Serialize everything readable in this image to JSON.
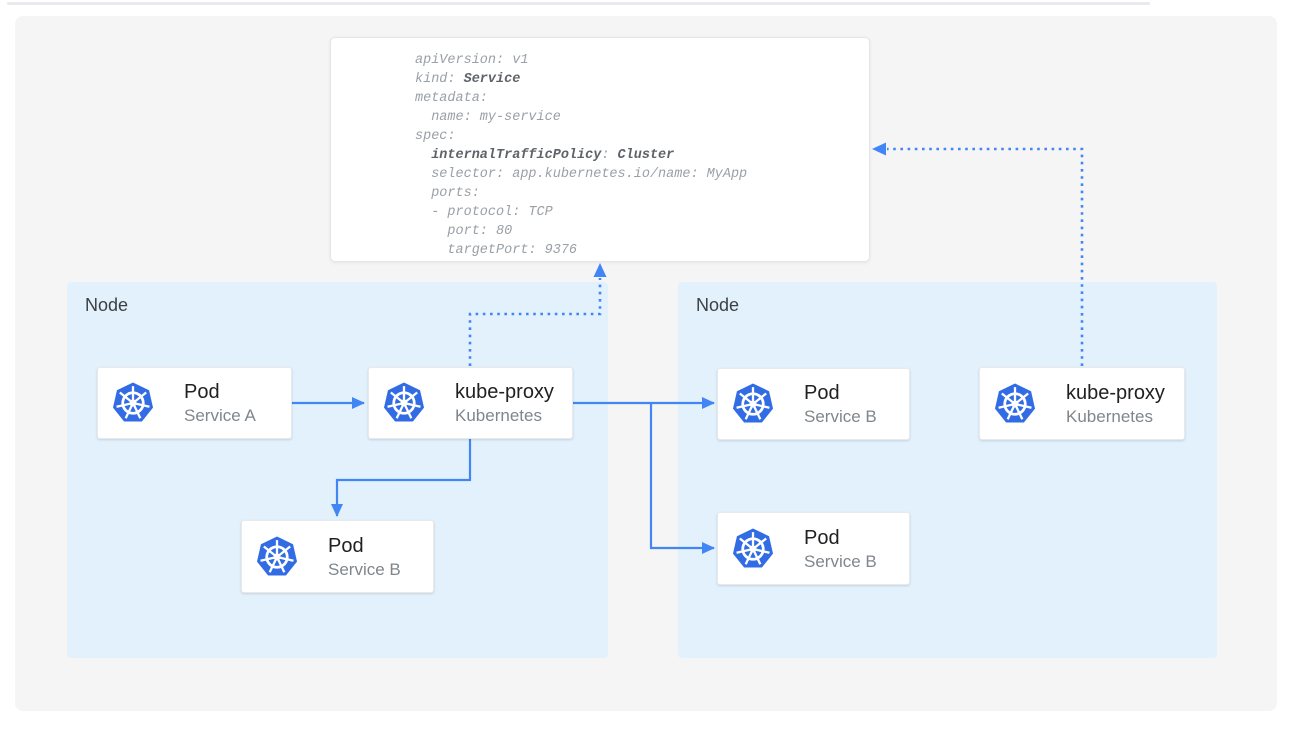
{
  "colors": {
    "accent_blue": "#4285f4",
    "node_background": "#e3f1fd",
    "kubernetes_blue": "#326ce5",
    "panel_background": "#f5f5f5",
    "code_text": "#9aa0a6",
    "code_bold_text": "#5f6368",
    "card_title_text": "#212121",
    "card_subtitle_text": "#7f868c",
    "node_label_text": "#3c4043"
  },
  "yaml_card": {
    "lines": [
      {
        "parts": [
          {
            "text": "apiVersion: v1",
            "bold": false
          }
        ]
      },
      {
        "parts": [
          {
            "text": "kind: ",
            "bold": false
          },
          {
            "text": "Service",
            "bold": true
          }
        ]
      },
      {
        "parts": [
          {
            "text": "metadata:",
            "bold": false
          }
        ]
      },
      {
        "parts": [
          {
            "text": "  name: my-service",
            "bold": false
          }
        ]
      },
      {
        "parts": [
          {
            "text": "spec:",
            "bold": false
          }
        ]
      },
      {
        "parts": [
          {
            "text": "  ",
            "bold": false
          },
          {
            "text": "internalTrafficPolicy",
            "bold": true
          },
          {
            "text": ": ",
            "bold": false
          },
          {
            "text": "Cluster",
            "bold": true
          }
        ]
      },
      {
        "parts": [
          {
            "text": "  selector: app.kubernetes.io/name: MyApp",
            "bold": false
          }
        ]
      },
      {
        "parts": [
          {
            "text": "  ports:",
            "bold": false
          }
        ]
      },
      {
        "parts": [
          {
            "text": "  - protocol: TCP",
            "bold": false
          }
        ]
      },
      {
        "parts": [
          {
            "text": "    port: 80",
            "bold": false
          }
        ]
      },
      {
        "parts": [
          {
            "text": "    targetPort: 9376",
            "bold": false
          }
        ]
      }
    ]
  },
  "nodes": [
    {
      "label": "Node"
    },
    {
      "label": "Node"
    }
  ],
  "cards": [
    {
      "title": "Pod",
      "subtitle": "Service A",
      "icon": "kubernetes-helm-icon"
    },
    {
      "title": "kube-proxy",
      "subtitle": "Kubernetes",
      "icon": "kubernetes-helm-icon"
    },
    {
      "title": "Pod",
      "subtitle": "Service B",
      "icon": "kubernetes-helm-icon"
    },
    {
      "title": "Pod",
      "subtitle": "Service B",
      "icon": "kubernetes-helm-icon"
    },
    {
      "title": "Pod",
      "subtitle": "Service B",
      "icon": "kubernetes-helm-icon"
    },
    {
      "title": "kube-proxy",
      "subtitle": "Kubernetes",
      "icon": "kubernetes-helm-icon"
    }
  ]
}
